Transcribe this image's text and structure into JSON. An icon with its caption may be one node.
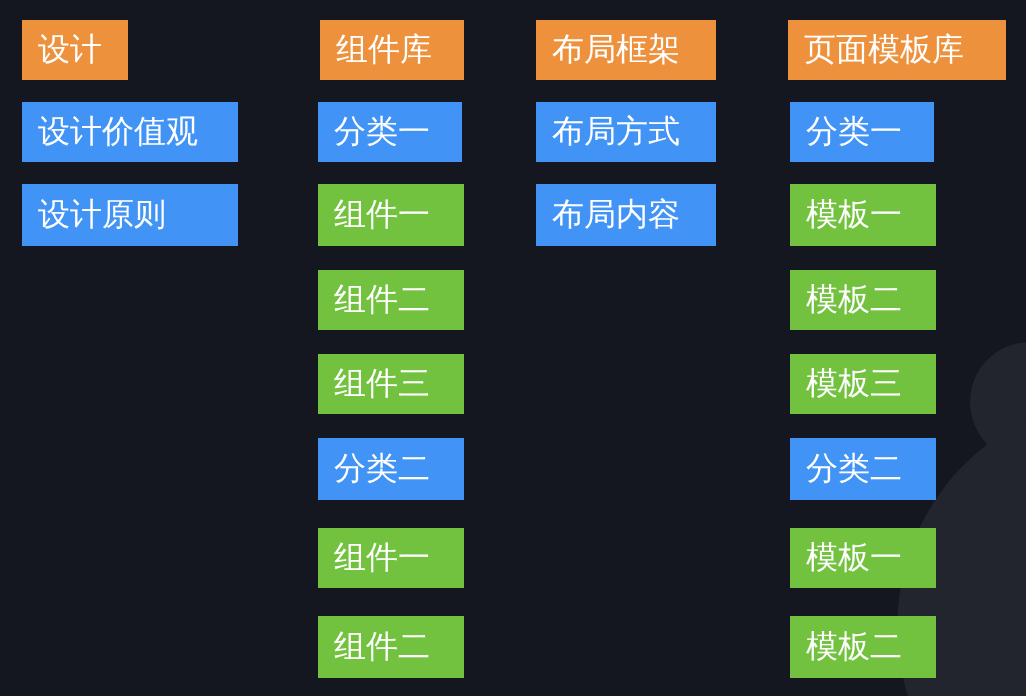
{
  "diagram": {
    "nodes": [
      {
        "text": [
          "设计"
        ]
      },
      {
        "text": [
          "设计价值观"
        ]
      },
      {
        "text": [
          "设计原则"
        ]
      },
      {
        "text": [
          "组件库"
        ]
      },
      {
        "text": [
          "分类一"
        ]
      },
      {
        "text": [
          "组件一"
        ]
      },
      {
        "text": [
          "组件二"
        ]
      },
      {
        "text": [
          "组件三"
        ]
      },
      {
        "text": [
          "分类二"
        ]
      },
      {
        "text": [
          "组件一"
        ]
      },
      {
        "text": [
          "组件二"
        ]
      },
      {
        "text": [
          "布局框架"
        ]
      },
      {
        "text": [
          "布局方式"
        ]
      },
      {
        "text": [
          "布局内容"
        ]
      },
      {
        "text": [
          "页面模板库"
        ]
      },
      {
        "text": [
          "分类一"
        ]
      },
      {
        "text": [
          "模板一"
        ]
      },
      {
        "text": [
          "模板二"
        ]
      },
      {
        "text": [
          "模板三"
        ]
      },
      {
        "text": [
          "分类二"
        ]
      },
      {
        "text": [
          "模板一"
        ]
      },
      {
        "text": [
          "模板二"
        ]
      }
    ]
  }
}
